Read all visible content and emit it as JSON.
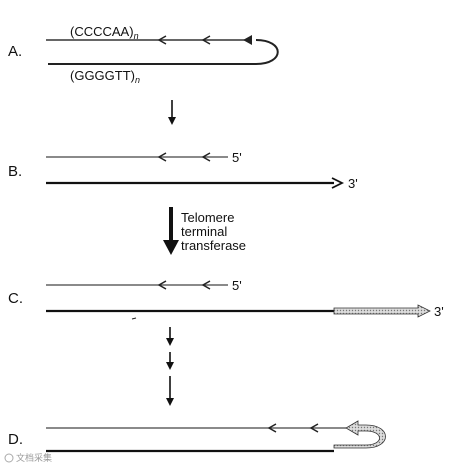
{
  "steps": {
    "a": {
      "label": "A.",
      "top_strand": "(CCCCAA)",
      "bottom_strand": "(GGGGTT)",
      "subscript": "n"
    },
    "b": {
      "label": "B.",
      "five_prime": "5'",
      "three_prime": "3'"
    },
    "c": {
      "label": "C.",
      "five_prime": "5'",
      "three_prime": "3'"
    },
    "d": {
      "label": "D."
    }
  },
  "enzyme": {
    "line1": "Telomere",
    "line2": "terminal",
    "line3": "transferase"
  },
  "watermark": {
    "text": "文档采集"
  }
}
